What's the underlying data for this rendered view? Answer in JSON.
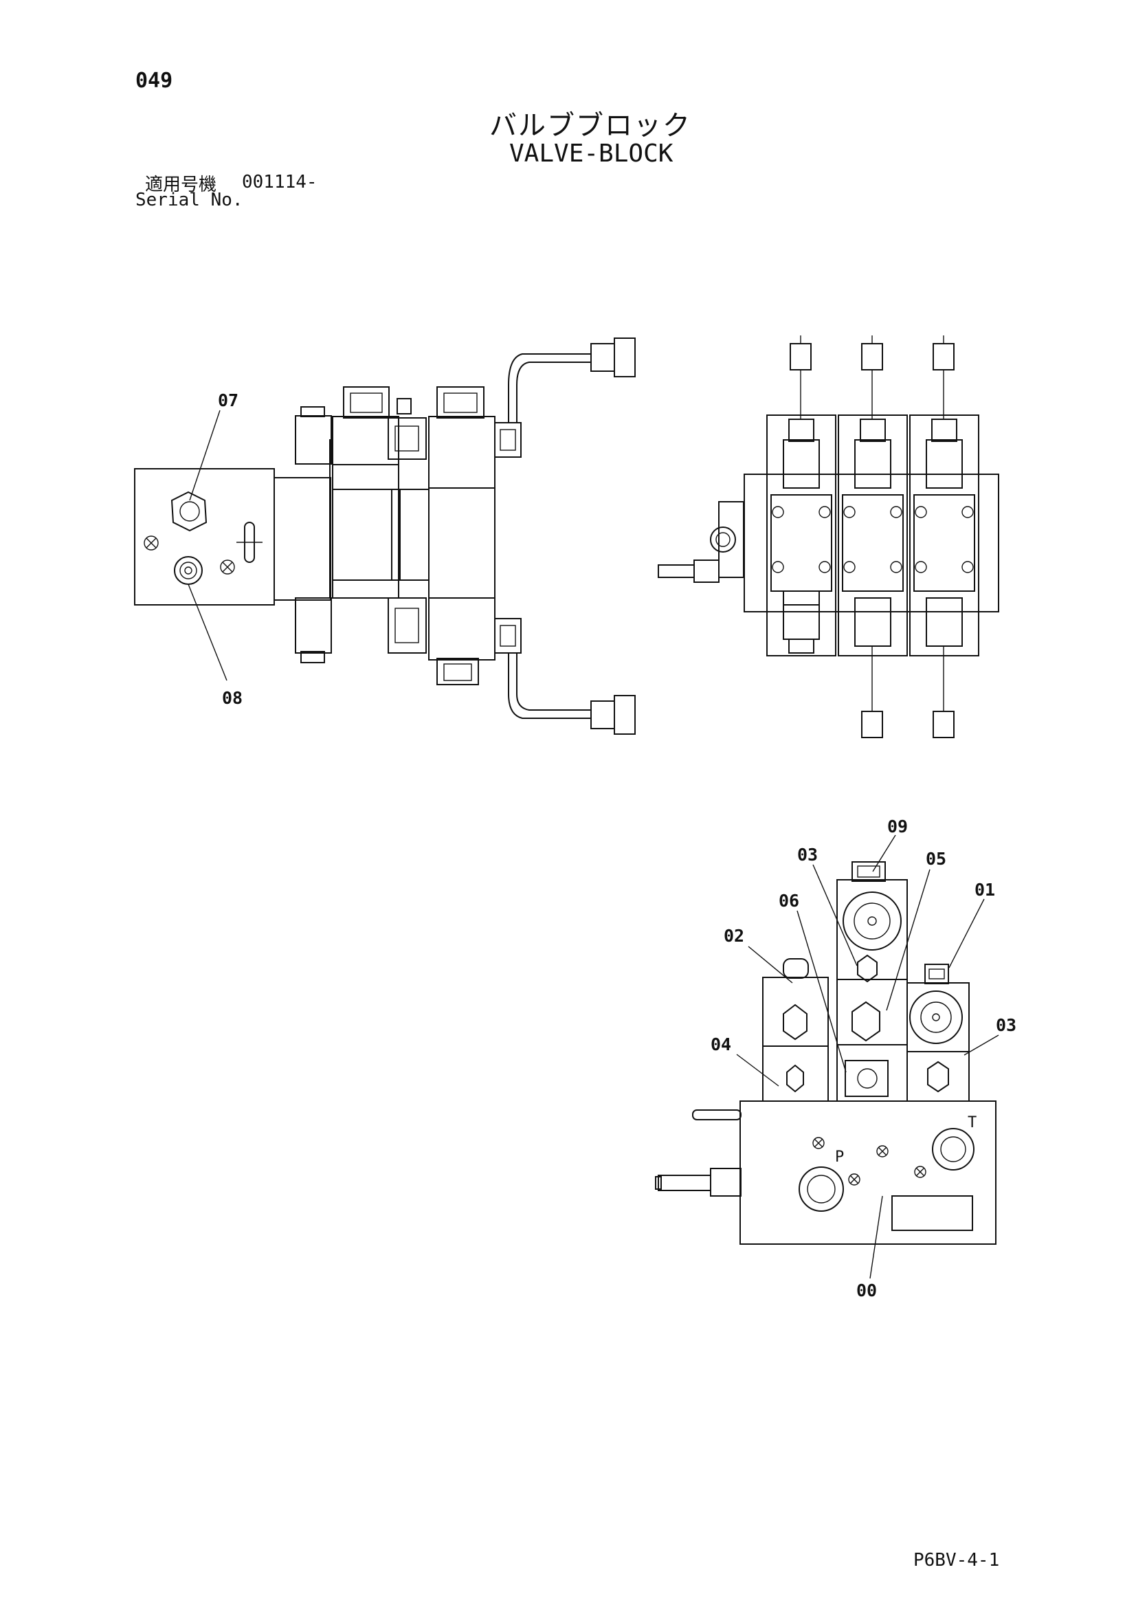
{
  "header": {
    "page_number": "049",
    "title_jp": "バルブブロック",
    "title_en": "VALVE-BLOCK",
    "serial_label_jp": "適用号機",
    "serial_value": "001114-",
    "serial_label_en": "Serial No."
  },
  "callouts": {
    "c07": "07",
    "c08": "08",
    "c09": "09",
    "c03a": "03",
    "c05": "05",
    "c06": "06",
    "c01": "01",
    "c02": "02",
    "c03b": "03",
    "c04": "04",
    "c00": "00",
    "port_p": "P",
    "port_t": "T"
  },
  "footer": {
    "drawing_code": "P6BV-4-1"
  }
}
